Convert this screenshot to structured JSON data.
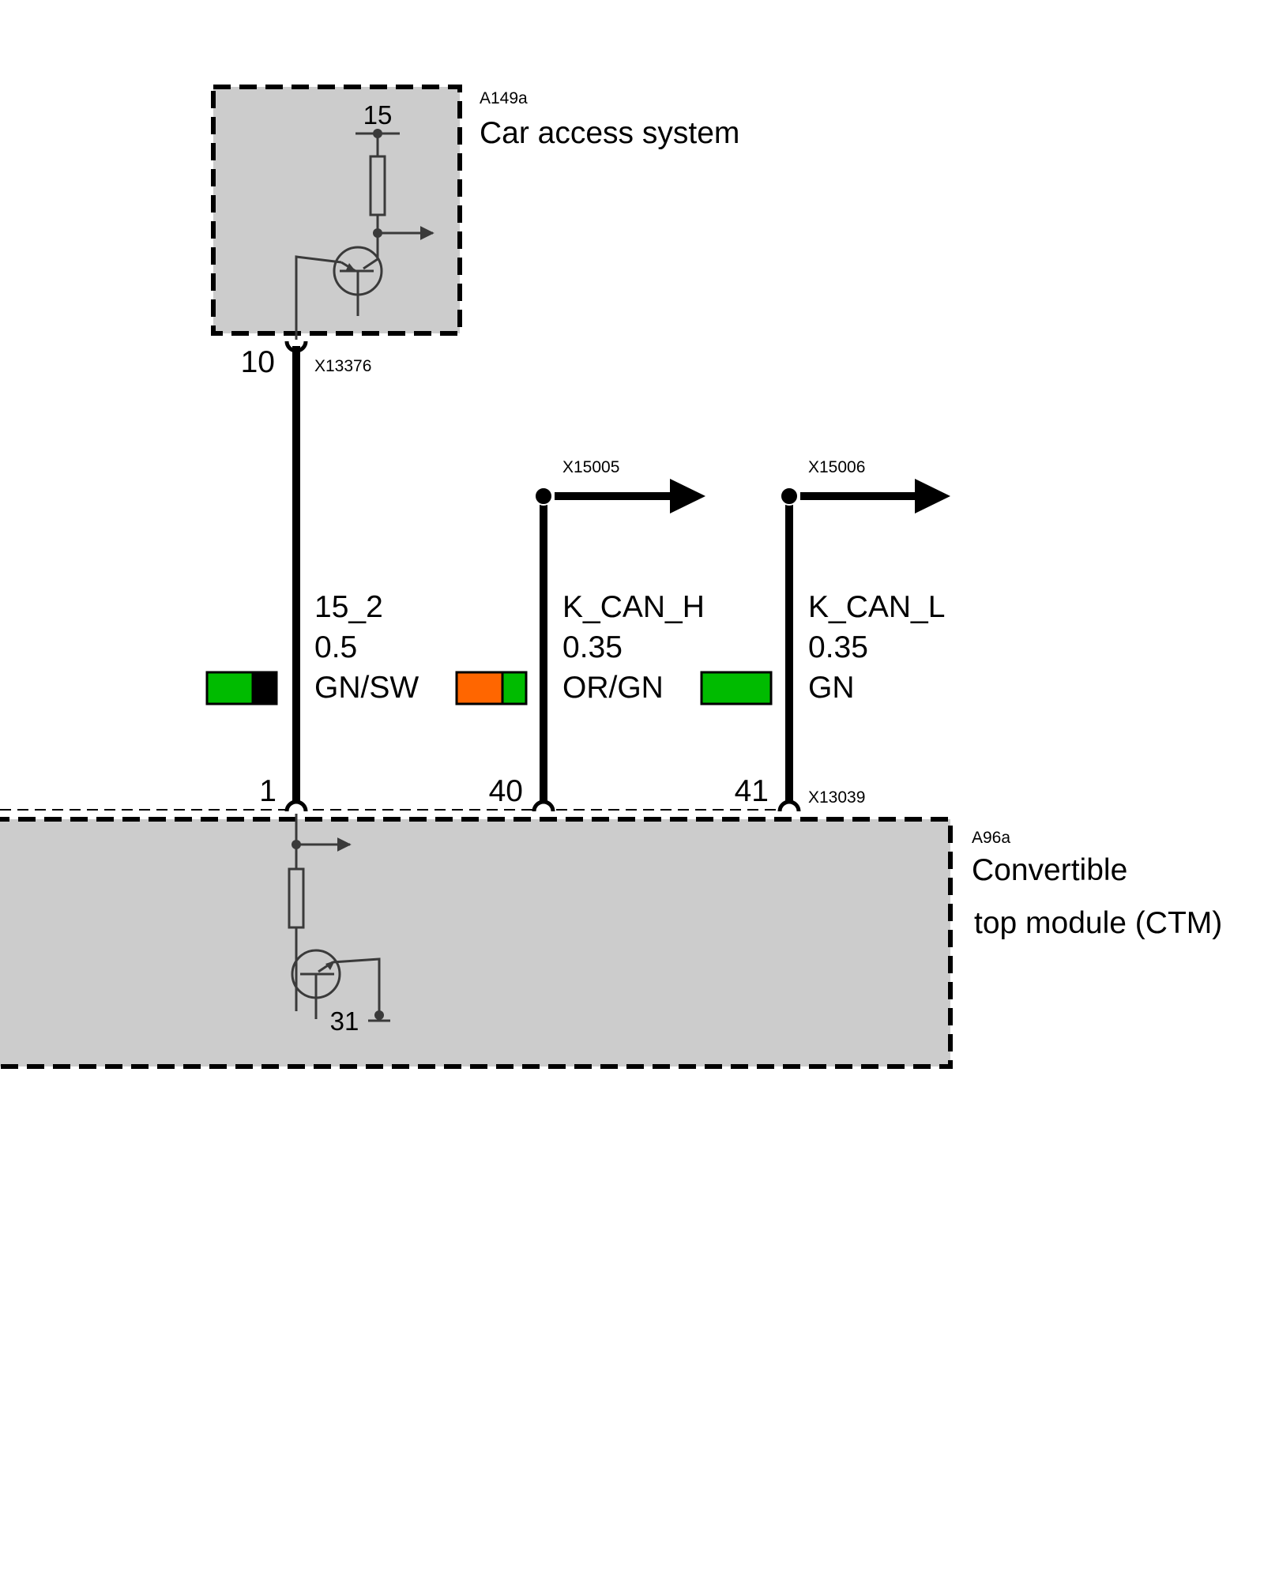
{
  "colors": {
    "module_fill": "#cccccc",
    "wire": "#000000",
    "symbol_line": "#3a3a3a",
    "green": "#00bb00",
    "orange": "#ff6600",
    "black": "#000000"
  },
  "modules": {
    "cas": {
      "id": "A149a",
      "name": "Car access system",
      "terminal": "15"
    },
    "ctm": {
      "id": "A96a",
      "name_line1": "Convertible",
      "name_line2": "top module (CTM)",
      "terminal": "31"
    }
  },
  "connectors": {
    "cas": "X13376",
    "ctm": "X13039",
    "can_h": "X15005",
    "can_l": "X15006"
  },
  "wires": [
    {
      "signal": "15_2",
      "size": "0.5",
      "color_code": "GN/SW",
      "pin_top": "10",
      "pin_bottom": "1",
      "swatch": [
        "green",
        "black"
      ]
    },
    {
      "signal": "K_CAN_H",
      "size": "0.35",
      "color_code": "OR/GN",
      "pin_bottom": "40",
      "swatch": [
        "orange",
        "green"
      ]
    },
    {
      "signal": "K_CAN_L",
      "size": "0.35",
      "color_code": "GN",
      "pin_bottom": "41",
      "swatch": [
        "green"
      ]
    }
  ]
}
